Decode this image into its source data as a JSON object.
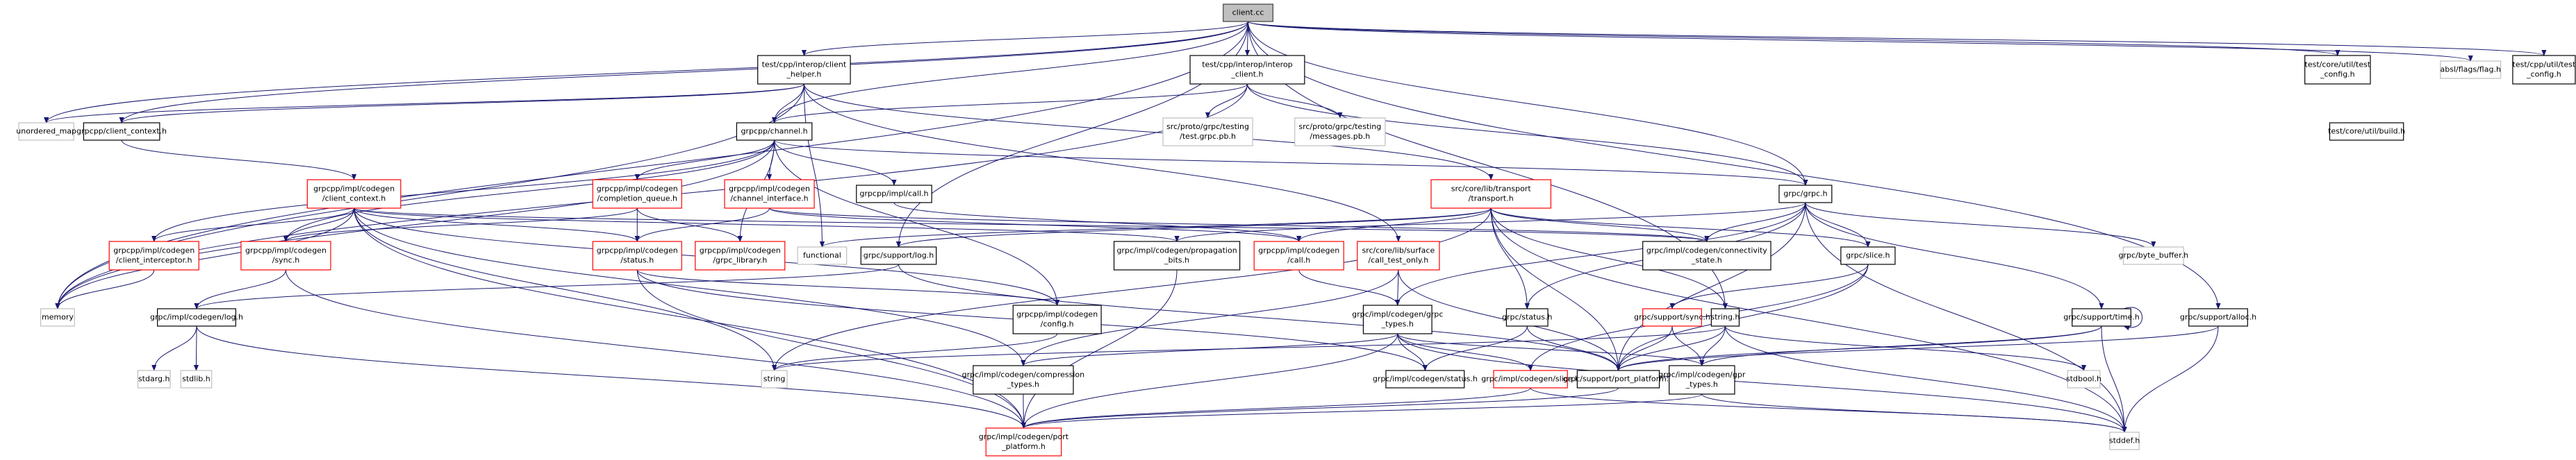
{
  "title": "client.cc",
  "colors": {
    "edge": "#191970",
    "root_fill": "#bfbfbf",
    "documented_border": "#000000",
    "truncated_border": "#ff0000",
    "external_border": "#bfbfbf"
  },
  "legend_kinds": {
    "root": "file being documented",
    "normal": "included header",
    "red": "header with truncated include graph",
    "ext": "system / external header"
  },
  "nodes": [
    {
      "id": "client_cc",
      "lines": [
        "client.cc"
      ],
      "kind": "root"
    },
    {
      "id": "client_helper",
      "lines": [
        "test/cpp/interop/client",
        "_helper.h"
      ],
      "kind": "normal"
    },
    {
      "id": "interop_client",
      "lines": [
        "test/cpp/interop/interop",
        "_client.h"
      ],
      "kind": "normal"
    },
    {
      "id": "unordered_map",
      "lines": [
        "unordered_map"
      ],
      "kind": "ext"
    },
    {
      "id": "grpcpp_client_context",
      "lines": [
        "grpcpp/client_context.h"
      ],
      "kind": "normal"
    },
    {
      "id": "grpcpp_channel",
      "lines": [
        "grpcpp/channel.h"
      ],
      "kind": "normal"
    },
    {
      "id": "test_grpc_pb",
      "lines": [
        "src/proto/grpc/testing",
        "/test.grpc.pb.h"
      ],
      "kind": "ext"
    },
    {
      "id": "messages_pb",
      "lines": [
        "src/proto/grpc/testing",
        "/messages.pb.h"
      ],
      "kind": "ext"
    },
    {
      "id": "core_test_config",
      "lines": [
        "test/core/util/test",
        "_config.h"
      ],
      "kind": "normal"
    },
    {
      "id": "absl_flag",
      "lines": [
        "absl/flags/flag.h"
      ],
      "kind": "ext"
    },
    {
      "id": "cpp_test_config",
      "lines": [
        "test/cpp/util/test",
        "_config.h"
      ],
      "kind": "normal"
    },
    {
      "id": "core_build",
      "lines": [
        "test/core/util/build.h"
      ],
      "kind": "normal"
    },
    {
      "id": "codegen_client_context",
      "lines": [
        "grpcpp/impl/codegen",
        "/client_context.h"
      ],
      "kind": "red"
    },
    {
      "id": "completion_queue",
      "lines": [
        "grpcpp/impl/codegen",
        "/completion_queue.h"
      ],
      "kind": "red"
    },
    {
      "id": "channel_interface",
      "lines": [
        "grpcpp/impl/codegen",
        "/channel_interface.h"
      ],
      "kind": "red"
    },
    {
      "id": "impl_call",
      "lines": [
        "grpcpp/impl/call.h"
      ],
      "kind": "normal"
    },
    {
      "id": "transport",
      "lines": [
        "src/core/lib/transport",
        "/transport.h"
      ],
      "kind": "red"
    },
    {
      "id": "grpc_h",
      "lines": [
        "grpc/grpc.h"
      ],
      "kind": "normal"
    },
    {
      "id": "client_interceptor",
      "lines": [
        "grpcpp/impl/codegen",
        "/client_interceptor.h"
      ],
      "kind": "red"
    },
    {
      "id": "codegen_sync",
      "lines": [
        "grpcpp/impl/codegen",
        "/sync.h"
      ],
      "kind": "red"
    },
    {
      "id": "codegen_status_pp",
      "lines": [
        "grpcpp/impl/codegen",
        "/status.h"
      ],
      "kind": "red"
    },
    {
      "id": "grpc_library",
      "lines": [
        "grpcpp/impl/codegen",
        "/grpc_library.h"
      ],
      "kind": "red"
    },
    {
      "id": "functional",
      "lines": [
        "functional"
      ],
      "kind": "ext"
    },
    {
      "id": "support_log",
      "lines": [
        "grpc/support/log.h"
      ],
      "kind": "normal"
    },
    {
      "id": "propagation_bits",
      "lines": [
        "grpc/impl/codegen/propagation",
        "_bits.h"
      ],
      "kind": "normal"
    },
    {
      "id": "codegen_call",
      "lines": [
        "grpcpp/impl/codegen",
        "/call.h"
      ],
      "kind": "red"
    },
    {
      "id": "call_test_only",
      "lines": [
        "src/core/lib/surface",
        "/call_test_only.h"
      ],
      "kind": "red"
    },
    {
      "id": "connectivity_state",
      "lines": [
        "grpc/impl/codegen/connectivity",
        "_state.h"
      ],
      "kind": "normal"
    },
    {
      "id": "slice_h",
      "lines": [
        "grpc/slice.h"
      ],
      "kind": "normal"
    },
    {
      "id": "byte_buffer",
      "lines": [
        "grpc/byte_buffer.h"
      ],
      "kind": "ext"
    },
    {
      "id": "memory",
      "lines": [
        "memory"
      ],
      "kind": "ext"
    },
    {
      "id": "codegen_log",
      "lines": [
        "grpc/impl/codegen/log.h"
      ],
      "kind": "normal"
    },
    {
      "id": "codegen_config",
      "lines": [
        "grpcpp/impl/codegen",
        "/config.h"
      ],
      "kind": "normal"
    },
    {
      "id": "grpc_types",
      "lines": [
        "grpc/impl/codegen/grpc",
        "_types.h"
      ],
      "kind": "normal"
    },
    {
      "id": "grpc_status",
      "lines": [
        "grpc/status.h"
      ],
      "kind": "normal"
    },
    {
      "id": "support_sync",
      "lines": [
        "grpc/support/sync.h"
      ],
      "kind": "red"
    },
    {
      "id": "string_h",
      "lines": [
        "string.h"
      ],
      "kind": "normal"
    },
    {
      "id": "support_time",
      "lines": [
        "grpc/support/time.h"
      ],
      "kind": "normal"
    },
    {
      "id": "support_alloc",
      "lines": [
        "grpc/support/alloc.h"
      ],
      "kind": "normal"
    },
    {
      "id": "stdarg",
      "lines": [
        "stdarg.h"
      ],
      "kind": "ext"
    },
    {
      "id": "stdlib",
      "lines": [
        "stdlib.h"
      ],
      "kind": "ext"
    },
    {
      "id": "string",
      "lines": [
        "string"
      ],
      "kind": "ext"
    },
    {
      "id": "compression_types",
      "lines": [
        "grpc/impl/codegen/compression",
        "_types.h"
      ],
      "kind": "normal"
    },
    {
      "id": "codegen_status_c",
      "lines": [
        "grpc/impl/codegen/status.h"
      ],
      "kind": "normal"
    },
    {
      "id": "codegen_slice",
      "lines": [
        "grpc/impl/codegen/slice.h"
      ],
      "kind": "red"
    },
    {
      "id": "port_platform",
      "lines": [
        "grpc/support/port_platform.h"
      ],
      "kind": "normal"
    },
    {
      "id": "gpr_types",
      "lines": [
        "grpc/impl/codegen/gpr",
        "_types.h"
      ],
      "kind": "normal"
    },
    {
      "id": "stdbool",
      "lines": [
        "stdbool.h"
      ],
      "kind": "ext"
    },
    {
      "id": "codegen_port_platform",
      "lines": [
        "grpc/impl/codegen/port",
        "_platform.h"
      ],
      "kind": "red"
    },
    {
      "id": "stddef",
      "lines": [
        "stddef.h"
      ],
      "kind": "ext"
    }
  ],
  "edges": [
    [
      "client_cc",
      "client_helper"
    ],
    [
      "client_cc",
      "interop_client"
    ],
    [
      "client_cc",
      "unordered_map"
    ],
    [
      "client_cc",
      "grpcpp_client_context"
    ],
    [
      "client_cc",
      "grpcpp_channel"
    ],
    [
      "client_cc",
      "grpc_h"
    ],
    [
      "client_cc",
      "core_test_config"
    ],
    [
      "client_cc",
      "absl_flag"
    ],
    [
      "client_cc",
      "cpp_test_config"
    ],
    [
      "client_cc",
      "memory"
    ],
    [
      "client_cc",
      "support_log"
    ],
    [
      "client_cc",
      "string_h"
    ],
    [
      "client_cc",
      "support_alloc"
    ],
    [
      "client_helper",
      "unordered_map"
    ],
    [
      "client_helper",
      "grpcpp_client_context"
    ],
    [
      "client_helper",
      "grpcpp_channel"
    ],
    [
      "client_helper",
      "memory"
    ],
    [
      "client_helper",
      "functional"
    ],
    [
      "client_helper",
      "transport"
    ],
    [
      "client_helper",
      "call_test_only"
    ],
    [
      "interop_client",
      "grpcpp_channel"
    ],
    [
      "interop_client",
      "test_grpc_pb"
    ],
    [
      "interop_client",
      "messages_pb"
    ],
    [
      "interop_client",
      "memory"
    ],
    [
      "interop_client",
      "grpc_h"
    ],
    [
      "grpcpp_client_context",
      "codegen_client_context"
    ],
    [
      "grpcpp_channel",
      "memory"
    ],
    [
      "grpcpp_channel",
      "client_interceptor"
    ],
    [
      "grpcpp_channel",
      "codegen_sync"
    ],
    [
      "grpcpp_channel",
      "codegen_config"
    ],
    [
      "grpcpp_channel",
      "completion_queue"
    ],
    [
      "grpcpp_channel",
      "grpc_library"
    ],
    [
      "grpcpp_channel",
      "channel_interface"
    ],
    [
      "grpcpp_channel",
      "impl_call"
    ],
    [
      "grpcpp_channel",
      "grpc_h"
    ],
    [
      "codegen_client_context",
      "client_interceptor"
    ],
    [
      "codegen_client_context",
      "codegen_sync"
    ],
    [
      "codegen_client_context",
      "memory"
    ],
    [
      "codegen_client_context",
      "codegen_status_pp"
    ],
    [
      "codegen_client_context",
      "codegen_config"
    ],
    [
      "codegen_client_context",
      "string"
    ],
    [
      "codegen_client_context",
      "compression_types"
    ],
    [
      "codegen_client_context",
      "propagation_bits"
    ],
    [
      "codegen_client_context",
      "connectivity_state"
    ],
    [
      "codegen_client_context",
      "codegen_port_platform"
    ],
    [
      "completion_queue",
      "codegen_status_pp"
    ],
    [
      "completion_queue",
      "grpc_library"
    ],
    [
      "completion_queue",
      "codegen_sync"
    ],
    [
      "channel_interface",
      "codegen_status_pp"
    ],
    [
      "channel_interface",
      "codegen_call"
    ],
    [
      "channel_interface",
      "connectivity_state"
    ],
    [
      "impl_call",
      "codegen_call"
    ],
    [
      "transport",
      "functional"
    ],
    [
      "transport",
      "support_log"
    ],
    [
      "transport",
      "connectivity_state"
    ],
    [
      "transport",
      "slice_h"
    ],
    [
      "transport",
      "grpc_status"
    ],
    [
      "transport",
      "string"
    ],
    [
      "transport",
      "string_h"
    ],
    [
      "transport",
      "port_platform"
    ],
    [
      "transport",
      "codegen_call"
    ],
    [
      "transport",
      "stddef"
    ],
    [
      "grpc_h",
      "connectivity_state"
    ],
    [
      "grpc_h",
      "slice_h"
    ],
    [
      "grpc_h",
      "grpc_status"
    ],
    [
      "grpc_h",
      "byte_buffer"
    ],
    [
      "grpc_h",
      "grpc_types"
    ],
    [
      "grpc_h",
      "propagation_bits"
    ],
    [
      "grpc_h",
      "support_time"
    ],
    [
      "grpc_h",
      "port_platform"
    ],
    [
      "grpc_h",
      "stddef"
    ],
    [
      "client_interceptor",
      "memory"
    ],
    [
      "codegen_sync",
      "codegen_log"
    ],
    [
      "codegen_sync",
      "codegen_port_platform"
    ],
    [
      "codegen_status_pp",
      "codegen_config"
    ],
    [
      "codegen_status_pp",
      "codegen_status_c"
    ],
    [
      "codegen_status_pp",
      "codegen_port_platform"
    ],
    [
      "support_log",
      "codegen_log"
    ],
    [
      "support_log",
      "port_platform"
    ],
    [
      "propagation_bits",
      "codegen_port_platform"
    ],
    [
      "codegen_call",
      "grpc_types"
    ],
    [
      "call_test_only",
      "grpc_types"
    ],
    [
      "call_test_only",
      "compression_types"
    ],
    [
      "call_test_only",
      "port_platform"
    ],
    [
      "slice_h",
      "codegen_slice"
    ],
    [
      "slice_h",
      "support_sync"
    ],
    [
      "slice_h",
      "port_platform"
    ],
    [
      "codegen_log",
      "stdarg"
    ],
    [
      "codegen_log",
      "stdlib"
    ],
    [
      "codegen_log",
      "codegen_port_platform"
    ],
    [
      "codegen_config",
      "string"
    ],
    [
      "grpc_types",
      "compression_types"
    ],
    [
      "grpc_types",
      "codegen_status_c"
    ],
    [
      "grpc_types",
      "codegen_slice"
    ],
    [
      "grpc_types",
      "gpr_types"
    ],
    [
      "grpc_types",
      "stddef"
    ],
    [
      "grpc_types",
      "codegen_port_platform"
    ],
    [
      "grpc_status",
      "codegen_status_c"
    ],
    [
      "grpc_status",
      "port_platform"
    ],
    [
      "support_sync",
      "port_platform"
    ],
    [
      "support_sync",
      "gpr_types"
    ],
    [
      "string_h",
      "port_platform"
    ],
    [
      "string_h",
      "gpr_types"
    ],
    [
      "string_h",
      "stdbool"
    ],
    [
      "string_h",
      "stddef"
    ],
    [
      "string_h",
      "string"
    ],
    [
      "support_time",
      "support_time"
    ],
    [
      "support_time",
      "port_platform"
    ],
    [
      "support_time",
      "gpr_types"
    ],
    [
      "support_time",
      "stddef"
    ],
    [
      "support_alloc",
      "port_platform"
    ],
    [
      "support_alloc",
      "stddef"
    ],
    [
      "compression_types",
      "codegen_port_platform"
    ],
    [
      "codegen_slice",
      "codegen_port_platform"
    ],
    [
      "codegen_slice",
      "stddef"
    ],
    [
      "port_platform",
      "codegen_port_platform"
    ],
    [
      "gpr_types",
      "codegen_port_platform"
    ],
    [
      "gpr_types",
      "stddef"
    ]
  ]
}
